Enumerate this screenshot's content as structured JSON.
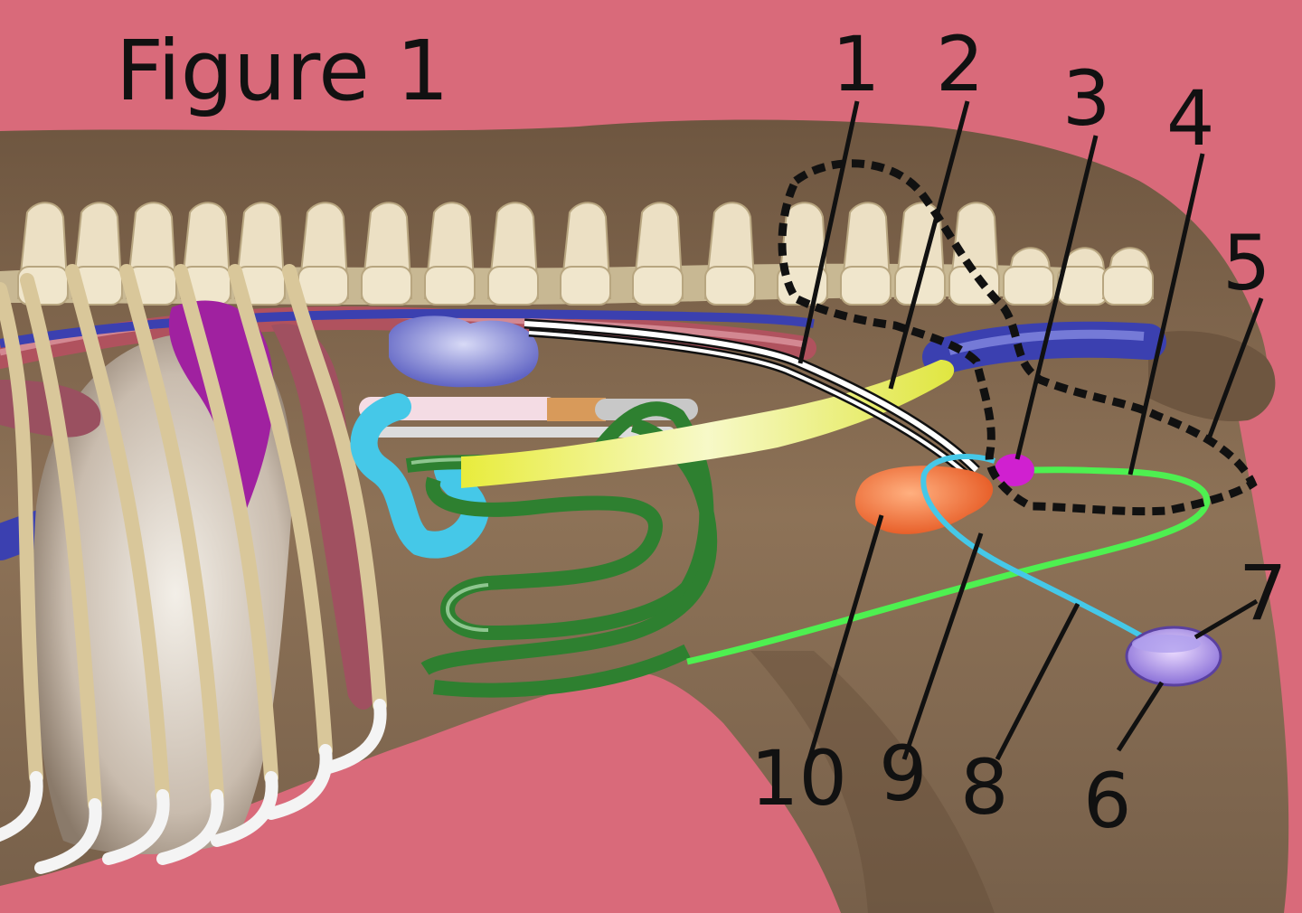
{
  "figure": {
    "title": "Figure 1"
  },
  "labels": [
    "1",
    "2",
    "3",
    "4",
    "5",
    "6",
    "7",
    "8",
    "9",
    "10"
  ],
  "colors": {
    "background": "#d96a7a",
    "body": "#8a6f55",
    "bone": "#ece0c4",
    "ureter": "#e8ee70",
    "vessel_blue": "#3b40b0",
    "artery": "#b0525e",
    "bladder": "#f07840",
    "nerve_green": "#4ef050",
    "duct_cyan": "#45c8e8",
    "gland": "#d020d0",
    "kidney": "#7c80d0",
    "intestine": "#2e8030",
    "lung": "#cfc5b8",
    "spleen": "#a021a0"
  }
}
